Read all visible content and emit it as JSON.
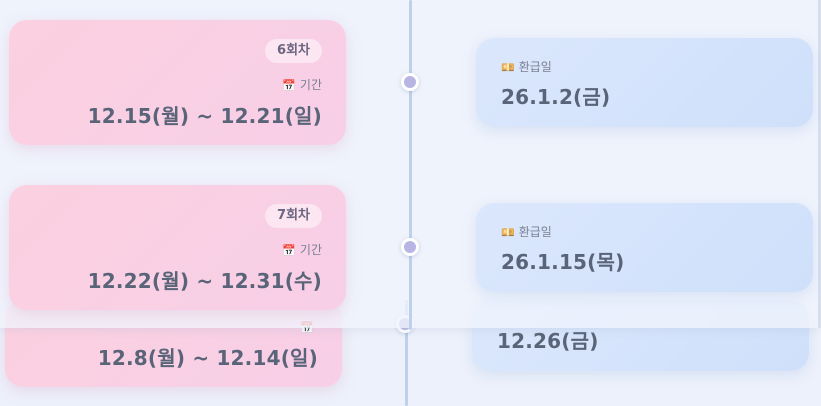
{
  "background_block": {
    "period_value": "12.8(월) ~ 12.14(일)",
    "refund_value": "12.26(금)"
  },
  "rounds": [
    {
      "badge": "6회차",
      "period_icon": "calendar-icon",
      "period_label": "기간",
      "period_value": "12.15(월) ~ 12.21(일)",
      "refund_icon": "money-icon",
      "refund_label": "환급일",
      "refund_value": "26.1.2(금)"
    },
    {
      "badge": "7회차",
      "period_icon": "calendar-icon",
      "period_label": "기간",
      "period_value": "12.22(월) ~ 12.31(수)",
      "refund_icon": "money-icon",
      "refund_label": "환급일",
      "refund_value": "26.1.15(목)"
    }
  ],
  "colors": {
    "pink_card": "#fbd0e0",
    "blue_card": "#d6e4fc",
    "timeline": "#bed0ea",
    "dot": "#b8b4e4",
    "text": "#5a6478"
  }
}
